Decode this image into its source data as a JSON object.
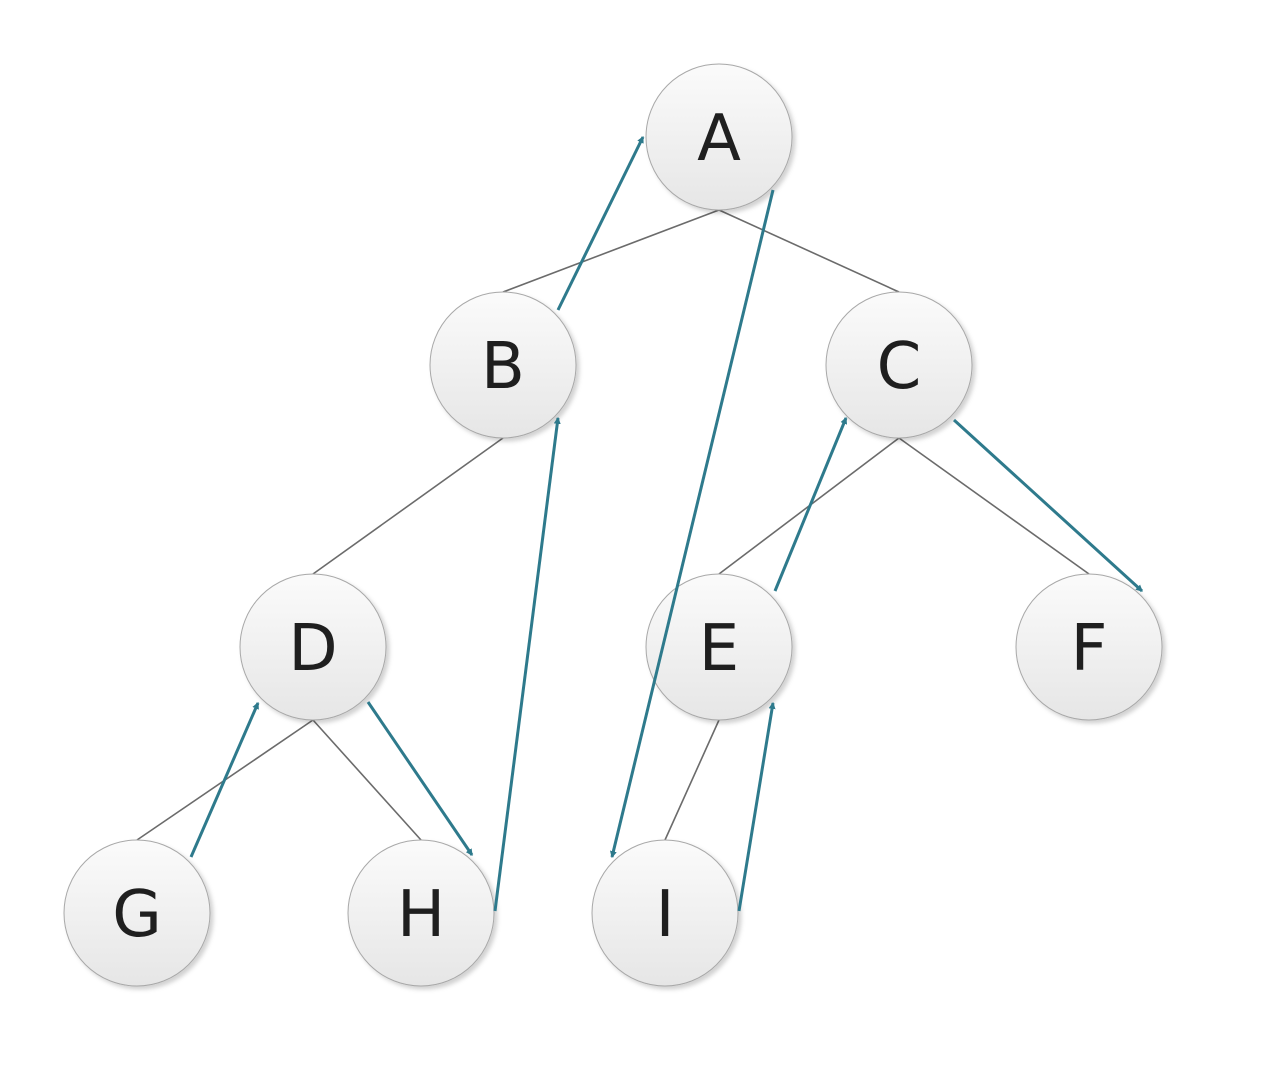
{
  "diagram": {
    "type": "binary-tree",
    "nodes": [
      {
        "id": "A",
        "label": "A"
      },
      {
        "id": "B",
        "label": "B"
      },
      {
        "id": "C",
        "label": "C"
      },
      {
        "id": "D",
        "label": "D"
      },
      {
        "id": "E",
        "label": "E"
      },
      {
        "id": "F",
        "label": "F"
      },
      {
        "id": "G",
        "label": "G"
      },
      {
        "id": "H",
        "label": "H"
      },
      {
        "id": "I",
        "label": "I"
      }
    ],
    "tree_edges": [
      {
        "from": "A",
        "to": "B"
      },
      {
        "from": "A",
        "to": "C"
      },
      {
        "from": "B",
        "to": "D"
      },
      {
        "from": "C",
        "to": "E"
      },
      {
        "from": "C",
        "to": "F"
      },
      {
        "from": "D",
        "to": "G"
      },
      {
        "from": "D",
        "to": "H"
      },
      {
        "from": "E",
        "to": "I"
      }
    ],
    "thread_arrows": [
      {
        "from": "G",
        "to": "D"
      },
      {
        "from": "D",
        "to": "H"
      },
      {
        "from": "H",
        "to": "B"
      },
      {
        "from": "B",
        "to": "A"
      },
      {
        "from": "A",
        "to": "I"
      },
      {
        "from": "I",
        "to": "E"
      },
      {
        "from": "E",
        "to": "C"
      },
      {
        "from": "C",
        "to": "F"
      }
    ],
    "colors": {
      "tree_edge": "#6b6b6b",
      "thread_arrow": "#2e7a8c",
      "node_fill_top": "#fbfbfb",
      "node_fill_bottom": "#e6e6e6",
      "node_stroke": "#a8a8a8",
      "label": "#1f1f1f"
    }
  }
}
